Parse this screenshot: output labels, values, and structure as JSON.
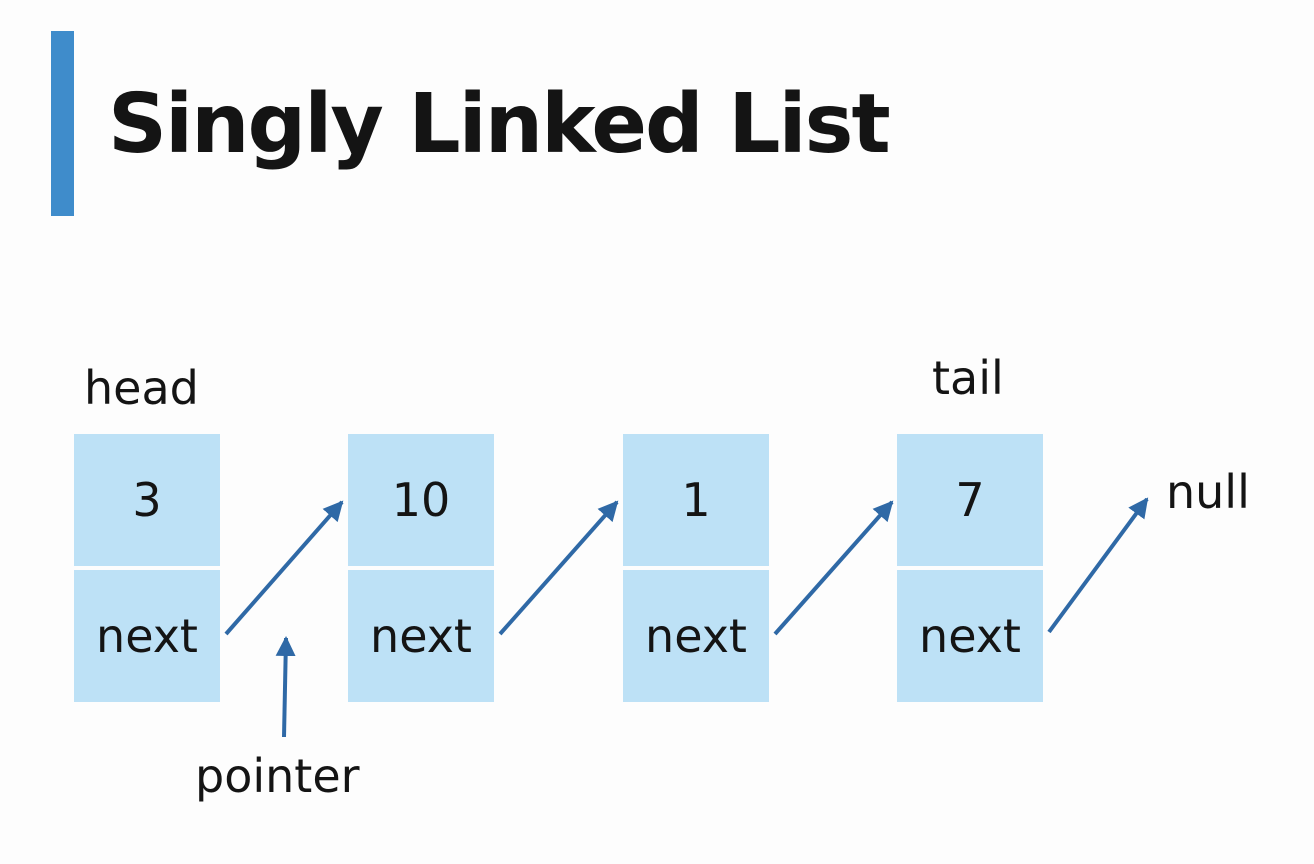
{
  "title": "Singly Linked List",
  "colors": {
    "accent_bar": "#3f8ccb",
    "node_fill": "#bde1f6",
    "arrow": "#2f69a6",
    "text": "#141414"
  },
  "labels": {
    "head": "head",
    "tail": "tail",
    "null": "null",
    "pointer": "pointer"
  },
  "nodes": [
    {
      "value": "3",
      "next": "next"
    },
    {
      "value": "10",
      "next": "next"
    },
    {
      "value": "1",
      "next": "next"
    },
    {
      "value": "7",
      "next": "next"
    }
  ],
  "edges": [
    {
      "from": "node-1-next",
      "to": "node-2"
    },
    {
      "from": "node-2-next",
      "to": "node-3"
    },
    {
      "from": "node-3-next",
      "to": "node-4"
    },
    {
      "from": "node-4-next",
      "to": "null"
    },
    {
      "from": "pointer-label",
      "to": "pointer"
    }
  ]
}
